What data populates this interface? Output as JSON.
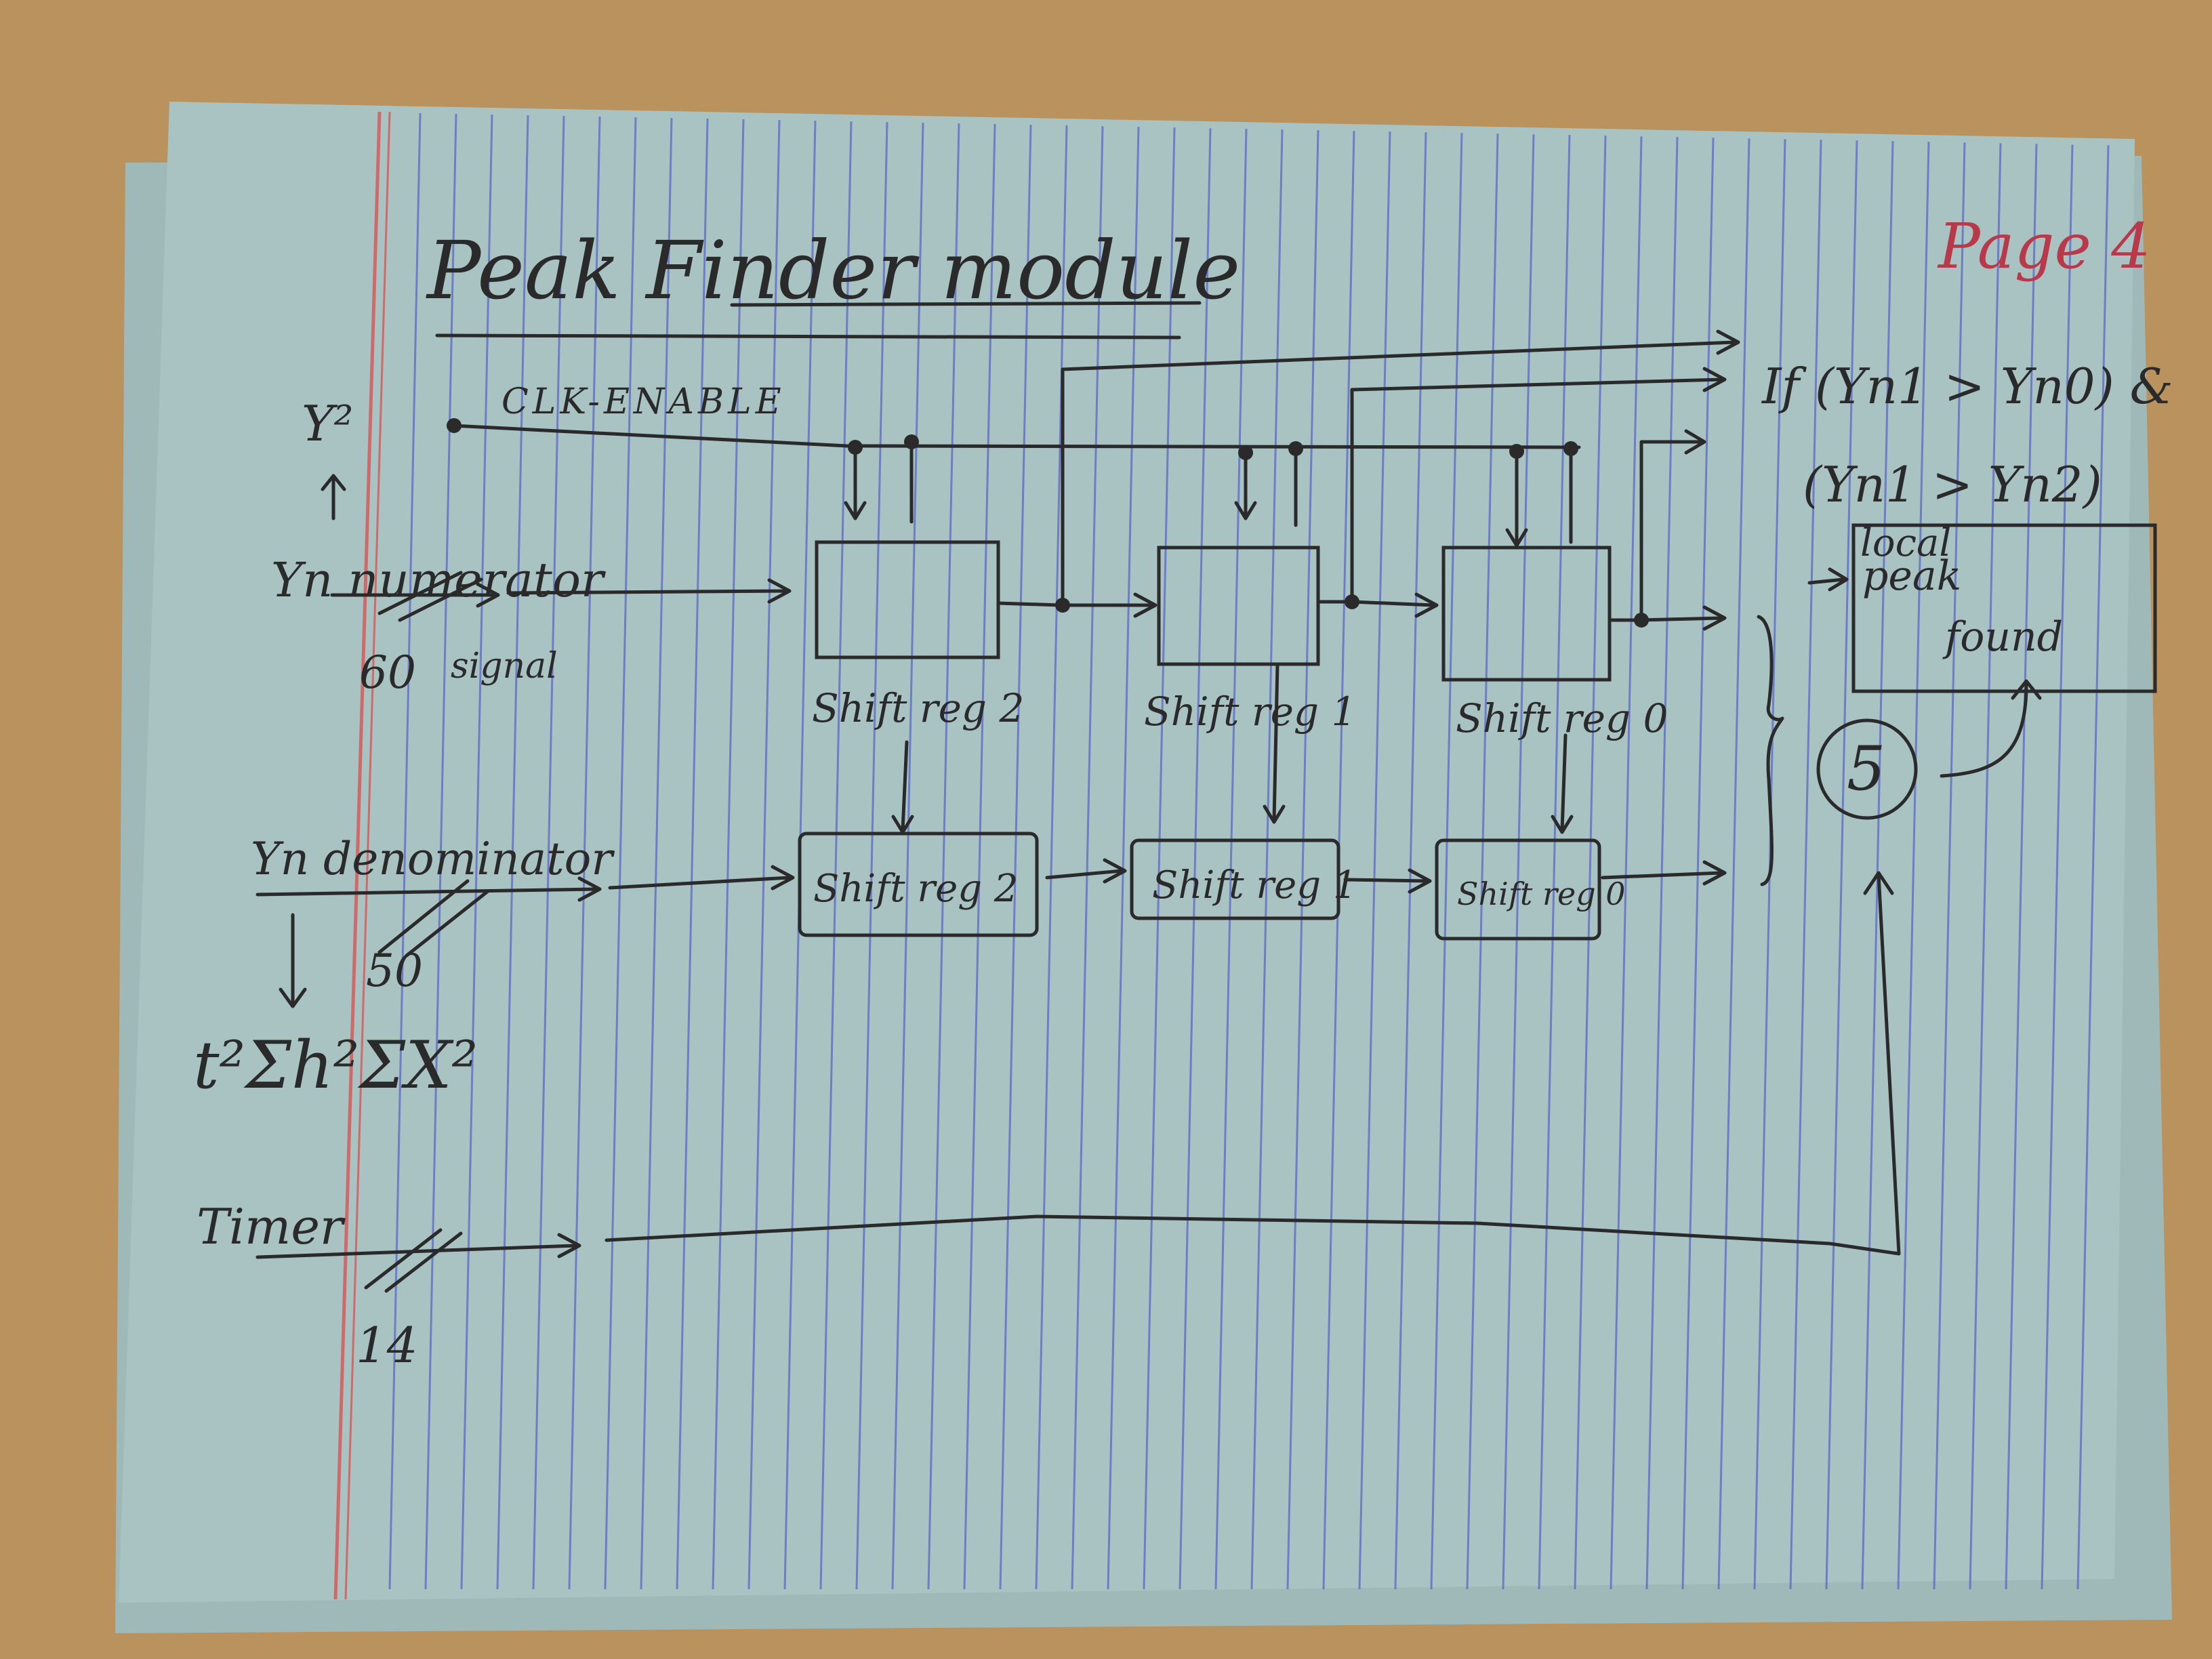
{
  "page": {
    "title": "Peak Finder module",
    "page_number": "Page 4"
  },
  "inputs": {
    "y_squared": "Y²",
    "clk_enable": "CLK-ENABLE",
    "yn_numerator": "Yn numerator",
    "numerator_bits": "60",
    "signal_word": "signal",
    "yn_denominator": "Yn denominator",
    "denominator_bits": "50",
    "formula": "t²Σh²ΣX²",
    "timer": "Timer",
    "timer_bits": "14"
  },
  "registers": {
    "numerator": [
      "Shift reg 2",
      "Shift reg 1",
      "Shift reg 0"
    ],
    "denominator": [
      "Shift reg 2",
      "Shift reg 1",
      "Shift reg 0"
    ]
  },
  "condition": {
    "line1": "If (Yn1 > Yn0) &",
    "line2": "(Yn1 > Yn2)"
  },
  "output": {
    "label_line1": "local",
    "label_line2": "peak",
    "label_line3": "found",
    "circled_number": "5"
  },
  "colors": {
    "paper": "#a9c3c3",
    "ink": "#2a2a2a",
    "rule_blue": "#5a66c8",
    "margin_red": "#d06a6a",
    "page_number_red": "#b83a4a",
    "desk": "#b9925e"
  }
}
